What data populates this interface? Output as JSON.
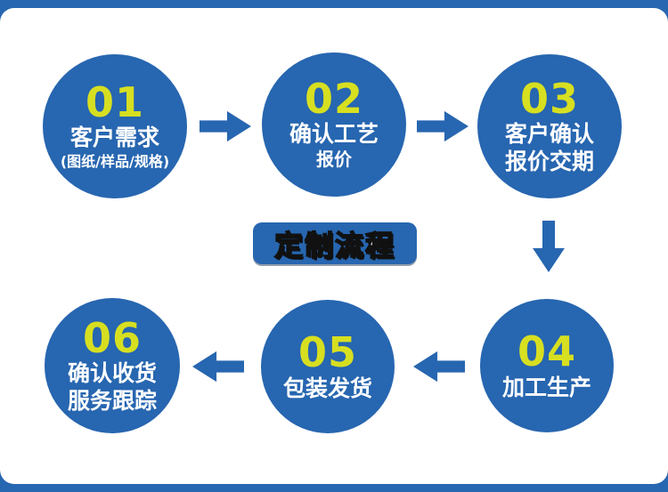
{
  "page": {
    "badge_label": "定制流程"
  },
  "colors": {
    "primary_blue": "#2766b0",
    "number_yellow": "#d7df21",
    "text_white": "#ffffff",
    "background_white": "#ffffff"
  },
  "steps": [
    {
      "number": "01",
      "lines": [
        "客户需求",
        "(图纸/样品/规格)"
      ]
    },
    {
      "number": "02",
      "lines": [
        "确认工艺",
        "报价"
      ]
    },
    {
      "number": "03",
      "lines": [
        "客户确认",
        "报价交期"
      ]
    },
    {
      "number": "04",
      "lines": [
        "加工生产"
      ]
    },
    {
      "number": "05",
      "lines": [
        "包装发货"
      ]
    },
    {
      "number": "06",
      "lines": [
        "确认收货",
        "服务跟踪"
      ]
    }
  ]
}
